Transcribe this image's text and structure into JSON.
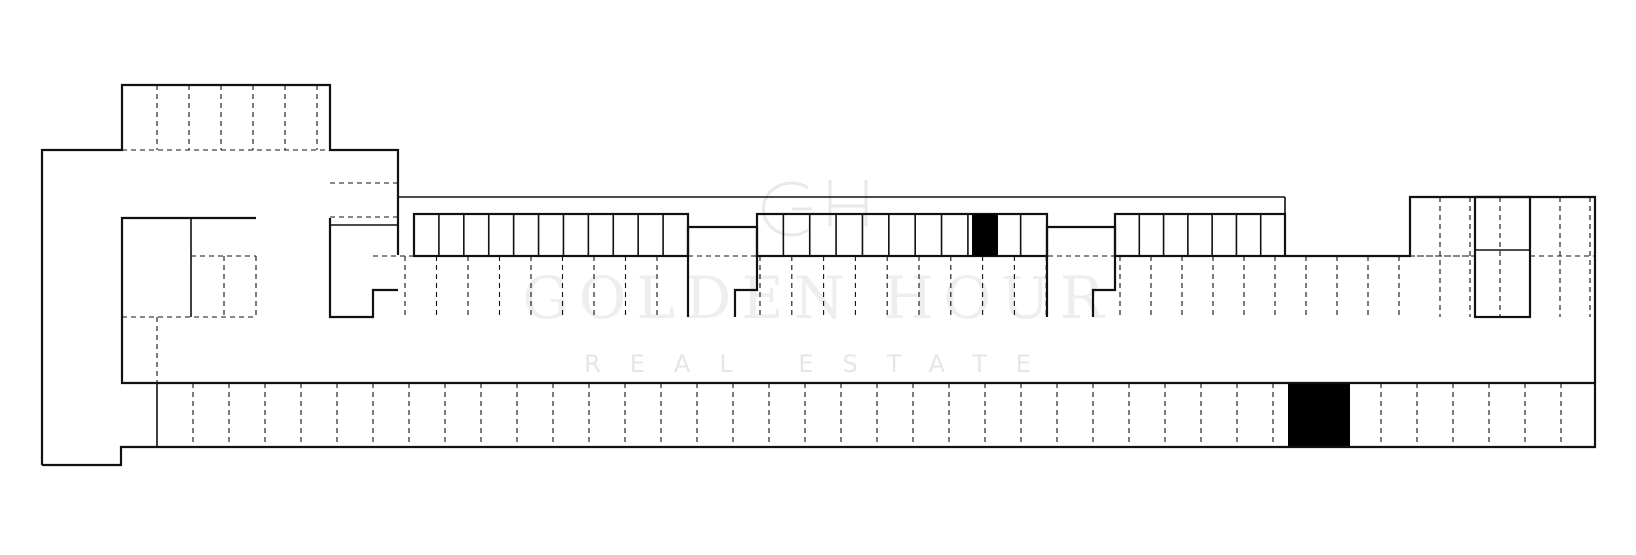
{
  "plan": {
    "view": "parking-floor-plan",
    "wall_color": "#111111",
    "filled_spot_color": "#000000",
    "background": "#ffffff"
  },
  "watermark": {
    "title": "GOLDEN HOUR",
    "subtitle": "REAL ESTATE",
    "color": "#eeeeee"
  }
}
